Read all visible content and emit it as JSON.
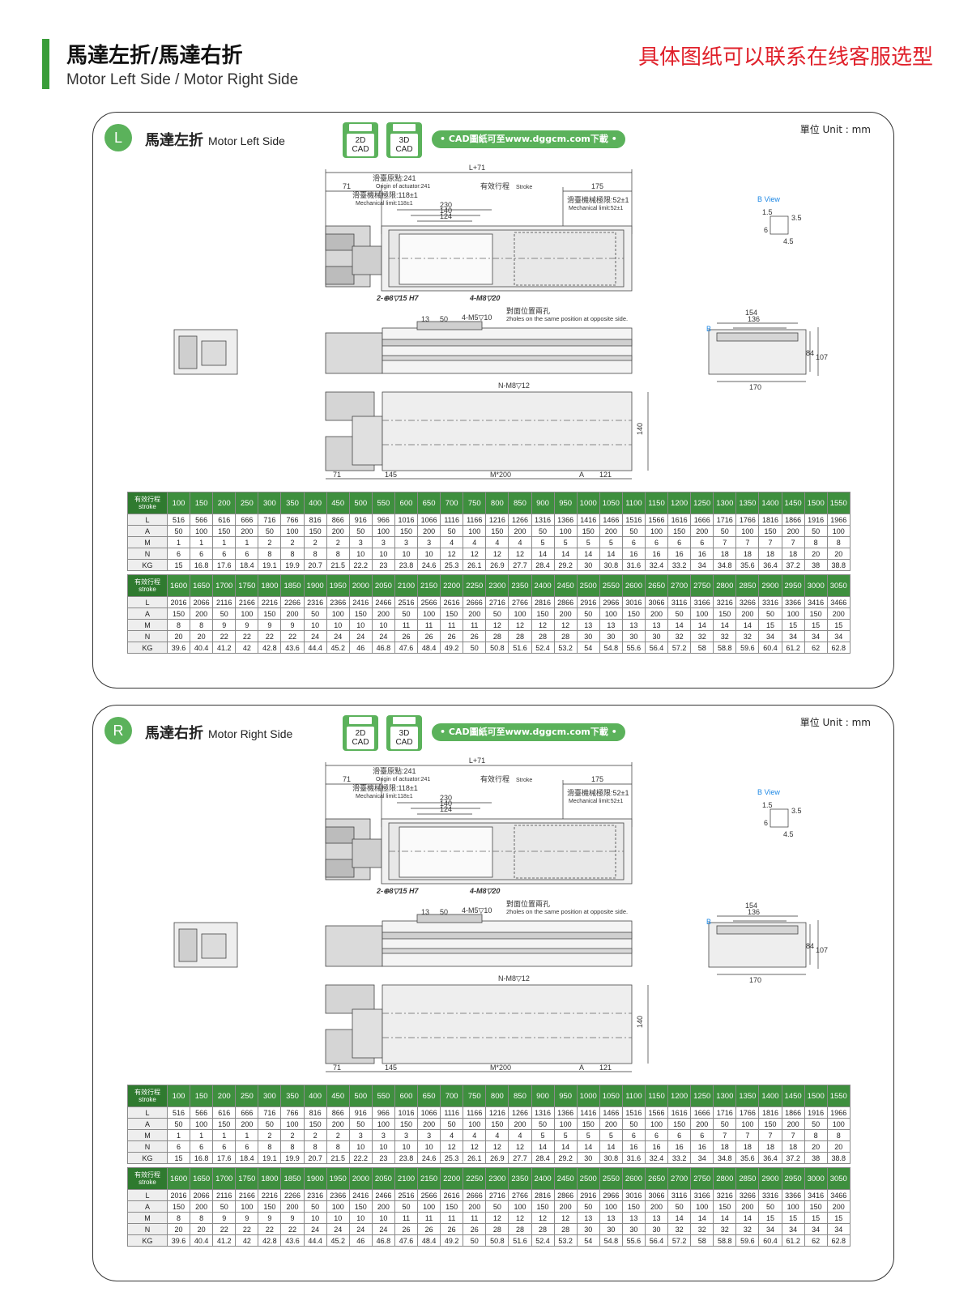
{
  "header": {
    "title": "馬達左折/馬達右折",
    "subtitle": "Motor Left Side / Motor Right Side",
    "right_note": "具体图纸可以联系在线客服选型"
  },
  "common": {
    "unit": "單位 Unit : mm",
    "cad_2d": "2D CAD",
    "cad_3d": "3D CAD",
    "cad_link": "• CAD圖紙可至www.dggcm.com下載 •",
    "dims": {
      "l71": "L+71",
      "d71": "71",
      "origin_cn": "滑臺原點:241",
      "origin_en": "Origin of actuator:241",
      "stroke_cn": "有效行程",
      "stroke_en": "Stroke",
      "d175": "175",
      "mech_cn": "滑臺機械極限:118±1",
      "mech_en": "Mechanical limit:118±1",
      "mech52_cn": "滑臺機械極限:52±1",
      "mech52_en": "Mechanical limit:52±1",
      "d230": "230",
      "d140": "140",
      "d124": "124",
      "bview": "B View",
      "d15": "1.5",
      "d35": "3.5",
      "d6": "6",
      "d45": "4.5",
      "pin": "2-⊕8▽15 H7",
      "m8": "4-M8▽20",
      "d13": "13",
      "d50": "50",
      "m5": "4-M5▽10",
      "holes_cn": "對面位置兩孔",
      "holes_en": "2holes on the same position at opposite side.",
      "d154": "154",
      "d136": "136",
      "b": "B",
      "d84": "84",
      "d107": "107",
      "d170": "170",
      "nm8": "N-M8▽12",
      "d140v": "140",
      "d145": "145",
      "m200": "M*200",
      "a": "A",
      "d121": "121"
    },
    "table1": {
      "header_label": "有效行程 stroke",
      "header": [
        "100",
        "150",
        "200",
        "250",
        "300",
        "350",
        "400",
        "450",
        "500",
        "550",
        "600",
        "650",
        "700",
        "750",
        "800",
        "850",
        "900",
        "950",
        "1000",
        "1050",
        "1100",
        "1150",
        "1200",
        "1250",
        "1300",
        "1350",
        "1400",
        "1450",
        "1500",
        "1550"
      ],
      "rows": [
        {
          "label": "L",
          "values": [
            "516",
            "566",
            "616",
            "666",
            "716",
            "766",
            "816",
            "866",
            "916",
            "966",
            "1016",
            "1066",
            "1116",
            "1166",
            "1216",
            "1266",
            "1316",
            "1366",
            "1416",
            "1466",
            "1516",
            "1566",
            "1616",
            "1666",
            "1716",
            "1766",
            "1816",
            "1866",
            "1916",
            "1966"
          ]
        },
        {
          "label": "A",
          "values": [
            "50",
            "100",
            "150",
            "200",
            "50",
            "100",
            "150",
            "200",
            "50",
            "100",
            "150",
            "200",
            "50",
            "100",
            "150",
            "200",
            "50",
            "100",
            "150",
            "200",
            "50",
            "100",
            "150",
            "200",
            "50",
            "100",
            "150",
            "200",
            "50",
            "100"
          ]
        },
        {
          "label": "M",
          "values": [
            "1",
            "1",
            "1",
            "1",
            "2",
            "2",
            "2",
            "2",
            "3",
            "3",
            "3",
            "3",
            "4",
            "4",
            "4",
            "4",
            "5",
            "5",
            "5",
            "5",
            "6",
            "6",
            "6",
            "6",
            "7",
            "7",
            "7",
            "7",
            "8",
            "8"
          ]
        },
        {
          "label": "N",
          "values": [
            "6",
            "6",
            "6",
            "6",
            "8",
            "8",
            "8",
            "8",
            "10",
            "10",
            "10",
            "10",
            "12",
            "12",
            "12",
            "12",
            "14",
            "14",
            "14",
            "14",
            "16",
            "16",
            "16",
            "16",
            "18",
            "18",
            "18",
            "18",
            "20",
            "20"
          ]
        },
        {
          "label": "KG",
          "values": [
            "15",
            "16.8",
            "17.6",
            "18.4",
            "19.1",
            "19.9",
            "20.7",
            "21.5",
            "22.2",
            "23",
            "23.8",
            "24.6",
            "25.3",
            "26.1",
            "26.9",
            "27.7",
            "28.4",
            "29.2",
            "30",
            "30.8",
            "31.6",
            "32.4",
            "33.2",
            "34",
            "34.8",
            "35.6",
            "36.4",
            "37.2",
            "38",
            "38.8"
          ]
        }
      ]
    },
    "table2": {
      "header_label": "有效行程 stroke",
      "header": [
        "1600",
        "1650",
        "1700",
        "1750",
        "1800",
        "1850",
        "1900",
        "1950",
        "2000",
        "2050",
        "2100",
        "2150",
        "2200",
        "2250",
        "2300",
        "2350",
        "2400",
        "2450",
        "2500",
        "2550",
        "2600",
        "2650",
        "2700",
        "2750",
        "2800",
        "2850",
        "2900",
        "2950",
        "3000",
        "3050"
      ],
      "rows": [
        {
          "label": "L",
          "values": [
            "2016",
            "2066",
            "2116",
            "2166",
            "2216",
            "2266",
            "2316",
            "2366",
            "2416",
            "2466",
            "2516",
            "2566",
            "2616",
            "2666",
            "2716",
            "2766",
            "2816",
            "2866",
            "2916",
            "2966",
            "3016",
            "3066",
            "3116",
            "3166",
            "3216",
            "3266",
            "3316",
            "3366",
            "3416",
            "3466"
          ]
        },
        {
          "label": "A",
          "values": [
            "150",
            "200",
            "50",
            "100",
            "150",
            "200",
            "50",
            "100",
            "150",
            "200",
            "50",
            "100",
            "150",
            "200",
            "50",
            "100",
            "150",
            "200",
            "50",
            "100",
            "150",
            "200",
            "50",
            "100",
            "150",
            "200",
            "50",
            "100",
            "150",
            "200"
          ]
        },
        {
          "label": "M",
          "values": [
            "8",
            "8",
            "9",
            "9",
            "9",
            "9",
            "10",
            "10",
            "10",
            "10",
            "11",
            "11",
            "11",
            "11",
            "12",
            "12",
            "12",
            "12",
            "13",
            "13",
            "13",
            "13",
            "14",
            "14",
            "14",
            "14",
            "15",
            "15",
            "15",
            "15"
          ]
        },
        {
          "label": "N",
          "values": [
            "20",
            "20",
            "22",
            "22",
            "22",
            "22",
            "24",
            "24",
            "24",
            "24",
            "26",
            "26",
            "26",
            "26",
            "28",
            "28",
            "28",
            "28",
            "30",
            "30",
            "30",
            "30",
            "32",
            "32",
            "32",
            "32",
            "34",
            "34",
            "34",
            "34"
          ]
        },
        {
          "label": "KG",
          "values": [
            "39.6",
            "40.4",
            "41.2",
            "42",
            "42.8",
            "43.6",
            "44.4",
            "45.2",
            "46",
            "46.8",
            "47.6",
            "48.4",
            "49.2",
            "50",
            "50.8",
            "51.6",
            "52.4",
            "53.2",
            "54",
            "54.8",
            "55.6",
            "56.4",
            "57.2",
            "58",
            "58.8",
            "59.6",
            "60.4",
            "61.2",
            "62",
            "62.8"
          ]
        }
      ]
    }
  },
  "panels": [
    {
      "badge": "L",
      "title": "馬達左折",
      "title_en": "Motor Left Side"
    },
    {
      "badge": "R",
      "title": "馬達右折",
      "title_en": "Motor Right Side"
    }
  ]
}
